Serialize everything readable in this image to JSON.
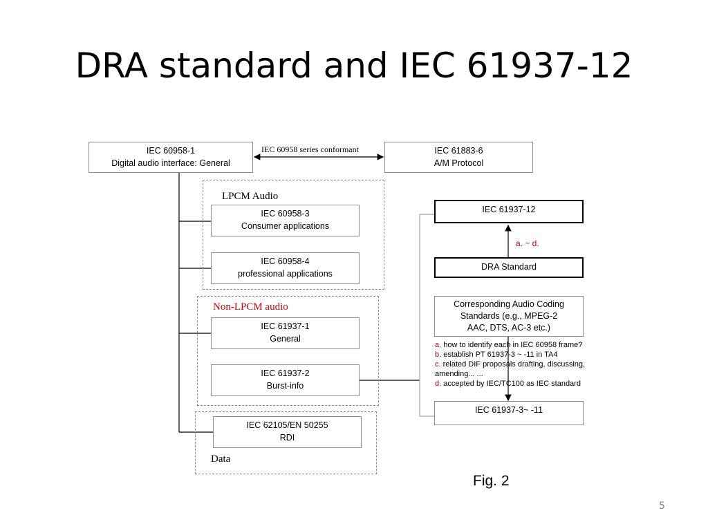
{
  "slide": {
    "title": "DRA standard and IEC 61937-12",
    "page_number": "5",
    "figure_label": "Fig. 2"
  },
  "groups": {
    "lpcm": "LPCM Audio",
    "non_lpcm": "Non-LPCM audio",
    "data": "Data"
  },
  "boxes": {
    "iec60958_1": {
      "line1": "IEC 60958-1",
      "line2": "Digital audio interface: General"
    },
    "iec61883_6": {
      "line1": "IEC 61883-6",
      "line2": "A/M Protocol"
    },
    "iec60958_3": {
      "line1": "IEC 60958-3",
      "line2": "Consumer applications"
    },
    "iec60958_4": {
      "line1": "IEC 60958-4",
      "line2": "professional applications"
    },
    "iec61937_1": {
      "line1": "IEC 61937-1",
      "line2": "General"
    },
    "iec61937_2": {
      "line1": "IEC 61937-2",
      "line2": "Burst-info"
    },
    "iec62105": {
      "line1": "IEC 62105/EN 50255",
      "line2": "RDI"
    },
    "iec61937_12": {
      "line1": "IEC 61937-12"
    },
    "dra": {
      "line1": "DRA Standard"
    },
    "coding": {
      "line1": "Corresponding Audio Coding",
      "line2": "Standards (e.g., MPEG-2",
      "line3": "AAC, DTS, AC-3 etc.)"
    },
    "iec61937_3_11": {
      "line1": "IEC 61937-3~ -11"
    }
  },
  "connectors": {
    "conformant": "IEC 60958 series conformant",
    "a_to_d": "a. ~ d."
  },
  "notes": [
    {
      "marker": "a.",
      "text": " how to identify each in IEC 60958 frame?"
    },
    {
      "marker": "b.",
      "text": " establish PT 61937-3 ~ -11 in TA4"
    },
    {
      "marker": "c.",
      "text": " related DIF proposals drafting, discussing,"
    },
    {
      "marker": "",
      "text": "amending... ..."
    },
    {
      "marker": "d.",
      "text": " accepted by IEC/TC100 as IEC standard"
    }
  ],
  "colors": {
    "accent_red": "#cc0000",
    "line": "#000000",
    "border": "#8c8c8c"
  }
}
